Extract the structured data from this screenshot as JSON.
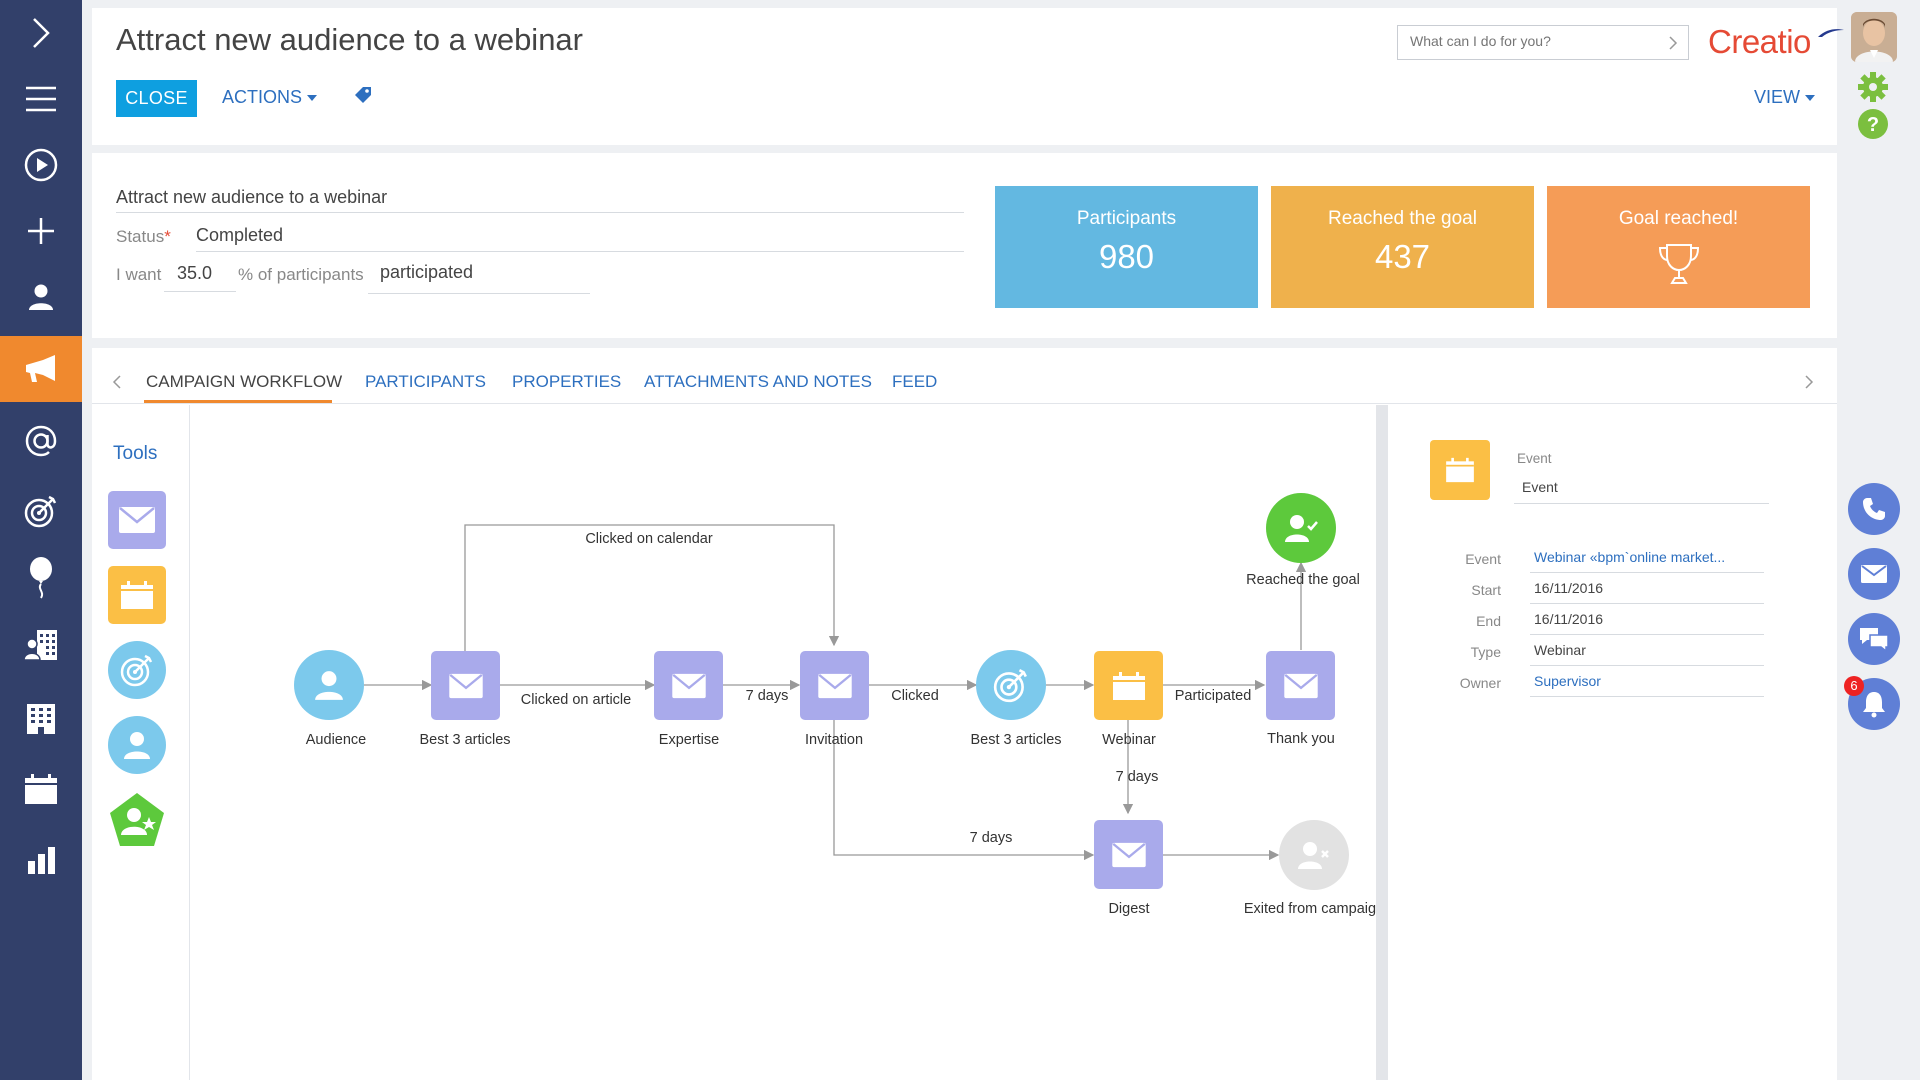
{
  "header": {
    "title": "Attract new audience to a webinar",
    "close_label": "CLOSE",
    "actions_label": "ACTIONS",
    "view_label": "VIEW",
    "search_placeholder": "What can I do for you?",
    "brand": "Creatio"
  },
  "summary": {
    "name": "Attract new audience to a webinar",
    "status_label": "Status",
    "status_required_mark": "*",
    "status_value": "Completed",
    "i_want_label": "I want",
    "percent_value": "35.0",
    "percent_suffix": "% of participants",
    "goal_value": "participated"
  },
  "kpis": [
    {
      "label": "Participants",
      "value": "980",
      "color": "#63b8e1"
    },
    {
      "label": "Reached the goal",
      "value": "437",
      "color": "#efb14c"
    },
    {
      "label": "Goal reached!",
      "value": "",
      "color": "#f59c57",
      "icon": "trophy-icon"
    }
  ],
  "tabs": [
    {
      "label": "CAMPAIGN WORKFLOW",
      "active": true
    },
    {
      "label": "PARTICIPANTS",
      "active": false
    },
    {
      "label": "PROPERTIES",
      "active": false
    },
    {
      "label": "ATTACHMENTS AND NOTES",
      "active": false
    },
    {
      "label": "FEED",
      "active": false
    }
  ],
  "tools": {
    "title": "Tools",
    "items": [
      "email-icon",
      "calendar-icon",
      "target-icon",
      "person-icon",
      "person-star-icon"
    ]
  },
  "workflow": {
    "nodes": [
      {
        "id": "audience",
        "label": "Audience",
        "type": "audience"
      },
      {
        "id": "best3a",
        "label": "Best 3 articles",
        "type": "email"
      },
      {
        "id": "expertise",
        "label": "Expertise",
        "type": "email"
      },
      {
        "id": "invitation",
        "label": "Invitation",
        "type": "email"
      },
      {
        "id": "best3b",
        "label": "Best 3 articles",
        "type": "target"
      },
      {
        "id": "webinar",
        "label": "Webinar",
        "type": "event"
      },
      {
        "id": "thankyou",
        "label": "Thank you",
        "type": "email"
      },
      {
        "id": "goal",
        "label": "Reached the goal",
        "type": "goal"
      },
      {
        "id": "digest",
        "label": "Digest",
        "type": "email"
      },
      {
        "id": "exited",
        "label": "Exited from campaign",
        "type": "exit"
      }
    ],
    "edges": [
      {
        "label": "Clicked on calendar"
      },
      {
        "label": "Clicked on article"
      },
      {
        "label": "7 days"
      },
      {
        "label": "Clicked"
      },
      {
        "label": "Participated"
      },
      {
        "label": "7 days"
      },
      {
        "label": "7 days"
      }
    ]
  },
  "details": {
    "type_caption": "Event",
    "type_value": "Event",
    "rows": [
      {
        "label": "Event",
        "value": "Webinar «bpm`online market...",
        "link": true
      },
      {
        "label": "Start",
        "value": "16/11/2016",
        "link": false
      },
      {
        "label": "End",
        "value": "16/11/2016",
        "link": false
      },
      {
        "label": "Type",
        "value": "Webinar",
        "link": false
      },
      {
        "label": "Owner",
        "value": "Supervisor",
        "link": true
      }
    ]
  },
  "notifications": {
    "count": "6"
  },
  "colors": {
    "sidebar": "#32406a",
    "active_orange": "#f0892e",
    "link_blue": "#2d6fbf",
    "close_blue": "#0e9fe0",
    "email_purple": "#a9aaeb",
    "event_yellow": "#fbbf45",
    "audience_blue": "#7cc9ec",
    "goal_green": "#5dc93c",
    "exit_gray": "#e2e2e2"
  }
}
